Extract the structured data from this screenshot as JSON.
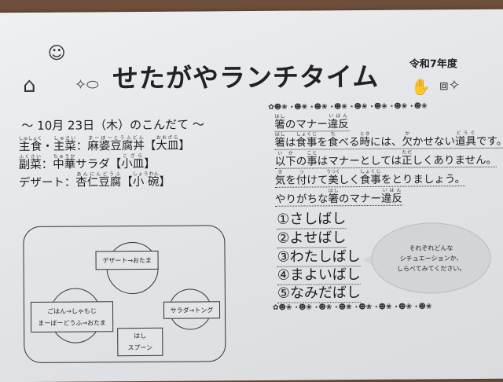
{
  "header": {
    "title": "せたがやランチタイム",
    "year": "令和7年度",
    "icons": [
      "lunch-cap-person-icon",
      "white-coat-icon",
      "mask-icon",
      "hand-wash-icon",
      "soap-bottle-icon"
    ]
  },
  "date_line": "～ 10月 23日（木）のこんだて ～",
  "menu": [
    [
      [
        "主食",
        "しゅしょく"
      ],
      [
        "・",
        ""
      ],
      [
        "主菜",
        "しゅさい"
      ],
      [
        "：",
        ""
      ],
      [
        "麻婆豆腐丼",
        "まーぼーとうふどん"
      ],
      [
        "【",
        ""
      ],
      [
        "大皿",
        "おおざら"
      ],
      [
        "】",
        ""
      ]
    ],
    [
      [
        "副菜",
        "ふくさい"
      ],
      [
        "：",
        ""
      ],
      [
        "中華",
        "ちゅうか"
      ],
      [
        "サラダ【",
        ""
      ],
      [
        "小皿",
        "こざら"
      ],
      [
        "】",
        ""
      ]
    ],
    [
      [
        "デザート：",
        ""
      ],
      [
        "杏仁豆腐",
        "あんにんどうふ"
      ],
      [
        "【",
        ""
      ],
      [
        "小 碗",
        "しょうわん"
      ],
      [
        "】",
        ""
      ]
    ]
  ],
  "tray": {
    "dessert": "デザート→おたま",
    "rice_lines": [
      "ごはん→しゃもじ",
      "まーぼーどうふ→おたま"
    ],
    "salad": "サラダ→トング",
    "utensil_lines": [
      "はし",
      "スプーン"
    ]
  },
  "decoration": "✿☻❀ ⋆☻❀ ⋆☻❀ ⋆☻❀ ⋆☻❀ ⋆☻❀ ⋆☻❀ ⋆☻❀",
  "manner": [
    [
      [
        "箸",
        "はし"
      ],
      [
        "のマナー",
        ""
      ],
      [
        "違反",
        "いはん"
      ]
    ],
    [
      [
        "箸",
        "はし"
      ],
      [
        "は",
        ""
      ],
      [
        "食事",
        "しょくじ"
      ],
      [
        "を",
        ""
      ],
      [
        "食",
        "た"
      ],
      [
        "べる",
        ""
      ],
      [
        "時",
        "とき"
      ],
      [
        "には、",
        ""
      ],
      [
        "欠",
        "か"
      ],
      [
        "かせない",
        ""
      ],
      [
        "道具",
        "どうぐ"
      ],
      [
        "です。",
        ""
      ]
    ],
    [
      [
        "以下",
        "いか"
      ],
      [
        "の",
        ""
      ],
      [
        "事",
        "こと"
      ],
      [
        "はマナーとしては",
        ""
      ],
      [
        "正",
        "ただ"
      ],
      [
        "しくありません。",
        ""
      ]
    ],
    [
      [
        "気",
        "き"
      ],
      [
        "を",
        ""
      ],
      [
        "付",
        "つ"
      ],
      [
        "けて",
        ""
      ],
      [
        "美",
        "うつく"
      ],
      [
        "しく",
        ""
      ],
      [
        "食事",
        "しょくじ"
      ],
      [
        "をとりましょう。",
        ""
      ]
    ],
    [
      [
        "やりがちな",
        ""
      ],
      [
        "箸",
        "はし"
      ],
      [
        "のマナー",
        ""
      ],
      [
        "違反",
        "いはん"
      ]
    ]
  ],
  "list": [
    "①さしばし",
    "②よせばし",
    "③わたしばし",
    "④まよいばし",
    "⑤なみだばし"
  ],
  "bubble": [
    "それぞれどんな",
    "シチュエーションか、",
    "しらべてみてください。"
  ]
}
